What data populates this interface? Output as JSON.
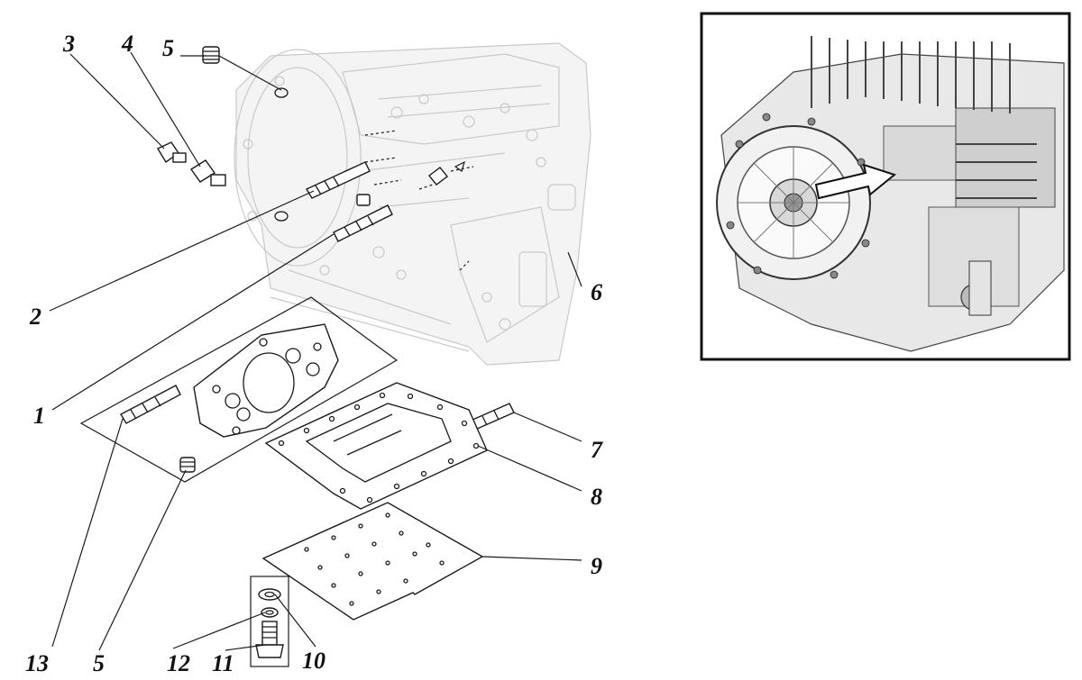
{
  "callouts": {
    "c1": "1",
    "c2": "2",
    "c3": "3",
    "c4": "4",
    "c5_top": "5",
    "c6": "6",
    "c7": "7",
    "c8": "8",
    "c9": "9",
    "c10": "10",
    "c11": "11",
    "c12": "12",
    "c13": "13",
    "c5_bottom": "5"
  },
  "colors": {
    "ink": "#1a1a1a",
    "faint_line": "#c9c9c9",
    "frame": "#111111"
  }
}
